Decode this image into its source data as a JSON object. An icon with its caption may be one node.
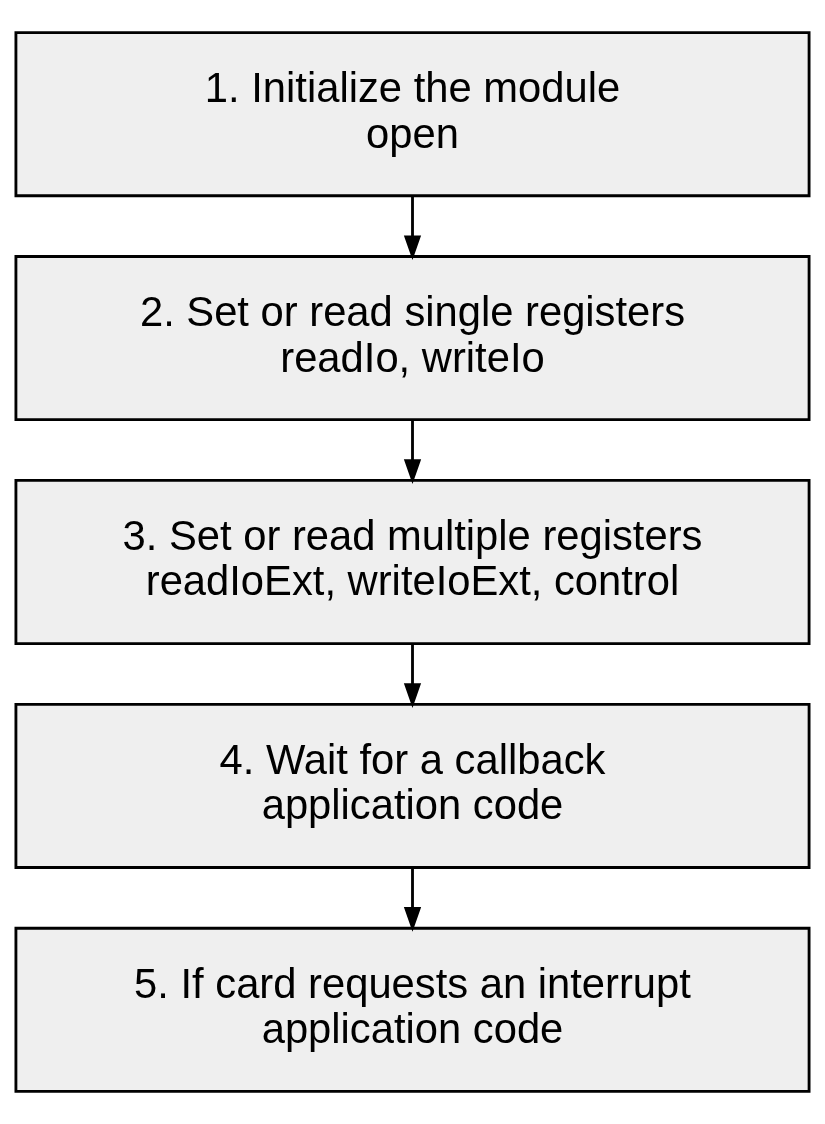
{
  "diagram": {
    "nodes": [
      {
        "text": [
          "1. Initialize the module",
          "open"
        ]
      },
      {
        "text": [
          "2. Set or read single registers",
          "readIo, writeIo"
        ]
      },
      {
        "text": [
          "3. Set or read multiple registers",
          "readIoExt, writeIoExt, control"
        ]
      },
      {
        "text": [
          "4. Wait for a callback",
          "application code"
        ]
      },
      {
        "text": [
          "5. If card requests an interrupt",
          "application code"
        ]
      }
    ],
    "edges": [
      {
        "from": 0,
        "to": 1,
        "arrow": "to"
      },
      {
        "from": 1,
        "to": 2,
        "arrow": "to"
      },
      {
        "from": 2,
        "to": 3,
        "arrow": "to"
      },
      {
        "from": 3,
        "to": 4,
        "arrow": "to"
      }
    ]
  }
}
